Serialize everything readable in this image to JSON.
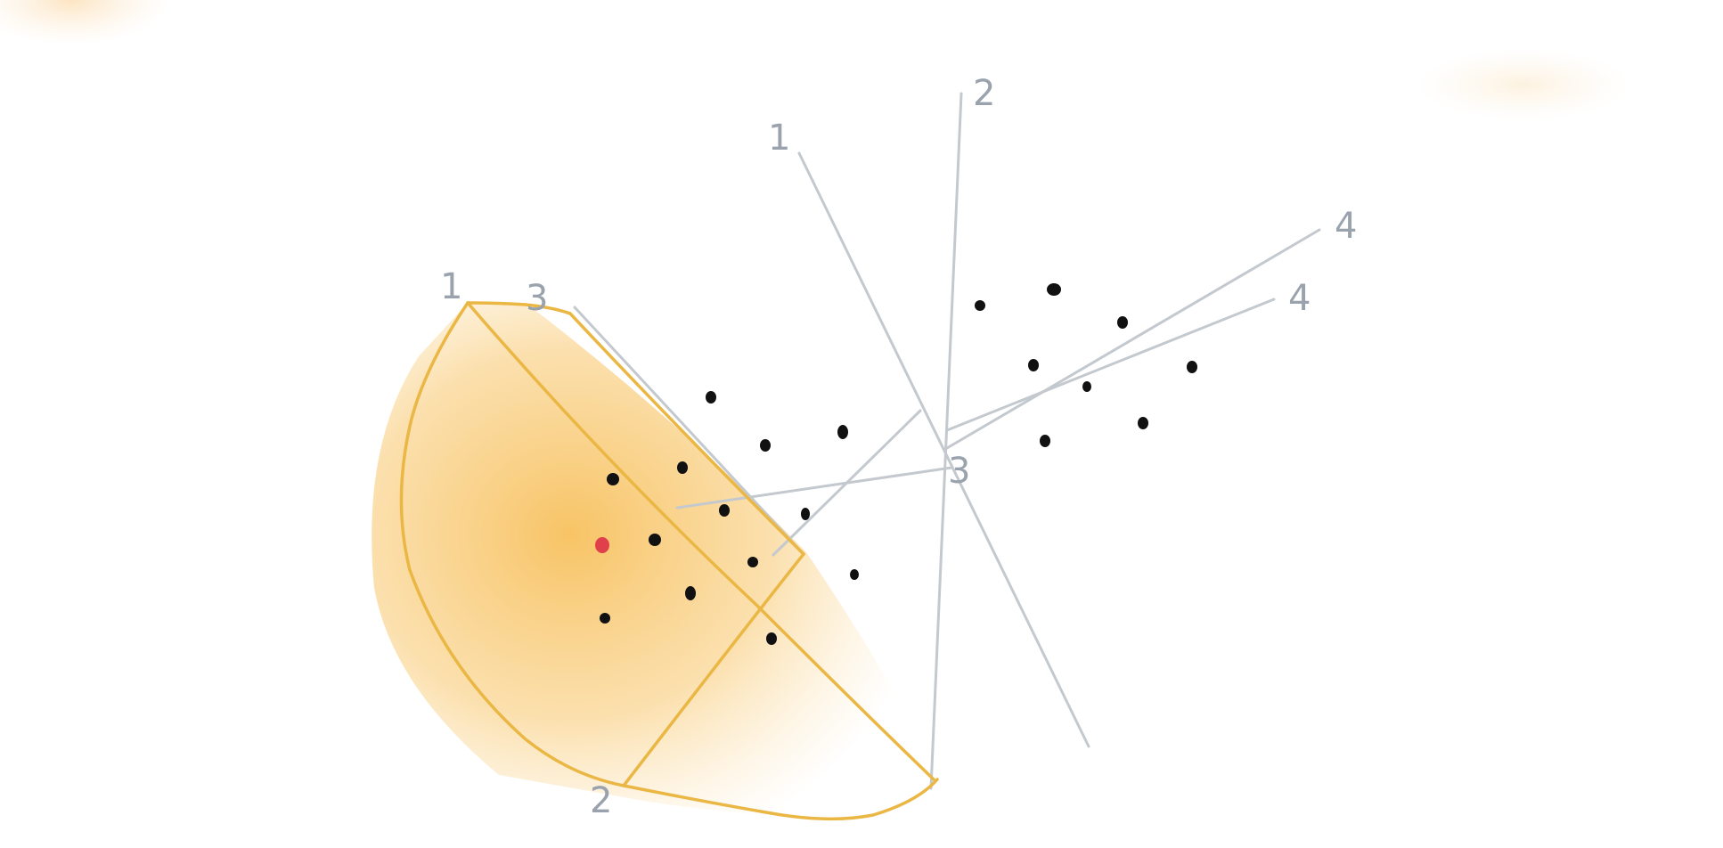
{
  "labels": {
    "line_a_top": "1",
    "line_b_top": "2",
    "line_c_right": "4",
    "line_d_right": "4",
    "line_a_left": "1",
    "line_e_left": "3",
    "vertex_center": "3",
    "line_b_bottom": "2"
  },
  "colors": {
    "lines": "#c3c9ce",
    "labels": "#9aa3ad",
    "region_outline": "#ebb744",
    "region_fill": "#f6b94a",
    "points": "#111111",
    "highlight_point": "#e0404a"
  },
  "point_groups": {
    "left_cluster_count": 15,
    "right_cluster_count": 9,
    "highlighted_point_count": 1
  }
}
